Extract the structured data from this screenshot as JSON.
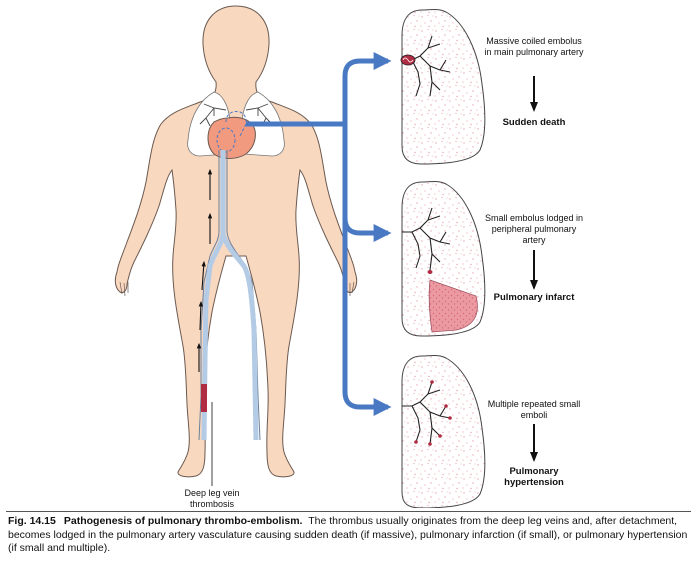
{
  "labels": {
    "dvt": "Deep leg vein thrombosis",
    "panel1_desc": "Massive coiled embolus in main pulmonary artery",
    "panel1_outcome": "Sudden death",
    "panel2_desc": "Small embolus lodged in peripheral pulmonary artery",
    "panel2_outcome": "Pulmonary infarct",
    "panel3_desc": "Multiple repeated small emboli",
    "panel3_outcome": "Pulmonary hypertension"
  },
  "caption": {
    "figure_number": "Fig. 14.15",
    "title": "Pathogenesis of pulmonary thrombo-embolism.",
    "text": "The thrombus usually originates from the deep leg veins and, after detachment, becomes lodged in the pulmonary artery vasculature causing sudden death (if massive), pulmonary infarction (if small), or pulmonary hypertension (if small and multiple)."
  },
  "colors": {
    "skin": "#f9d8c0",
    "skin_outline": "#6b5a50",
    "arrow_blue": "#4a79c4",
    "vein_blue": "#b4cbe6",
    "heart": "#f29a80",
    "thrombus": "#b02c42",
    "infarct": "#ec9aa2",
    "lung_speckle": "#e6a8ae"
  }
}
